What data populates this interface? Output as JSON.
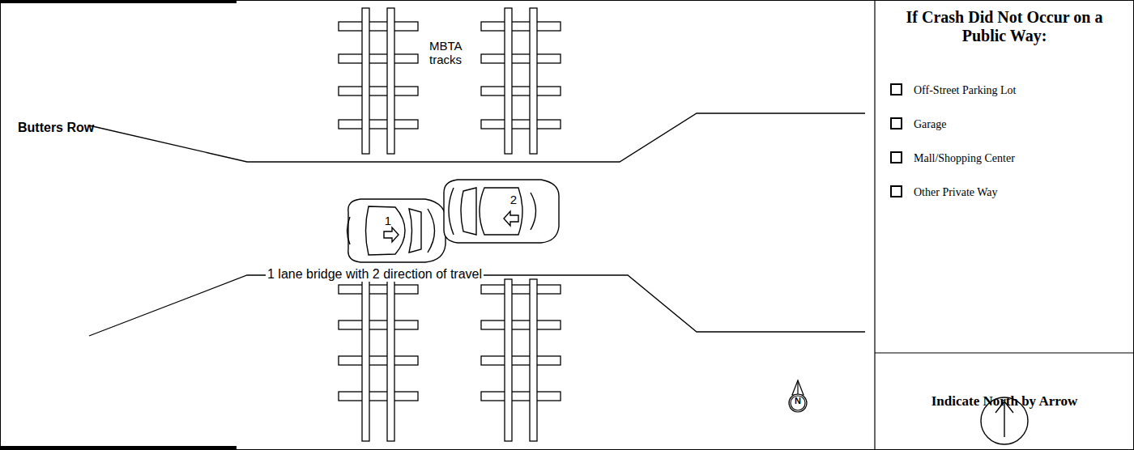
{
  "diagram": {
    "nodes": [
      {
        "text": [
          "If Crash Did Not Occur on a Public Way:",
          "Off-Street Parking Lot",
          "Garage",
          "Mall/Shopping Center",
          "Other Private Way"
        ]
      },
      {
        "text": [
          "Indicate North by Arrow"
        ]
      },
      {
        "text": [
          "1"
        ]
      },
      {
        "text": [
          "2"
        ]
      },
      {
        "text": [
          "N"
        ]
      }
    ],
    "labels": [
      "MBTA tracks",
      "Butters Row",
      "1 lane bridge with 2 direction of travel"
    ]
  }
}
